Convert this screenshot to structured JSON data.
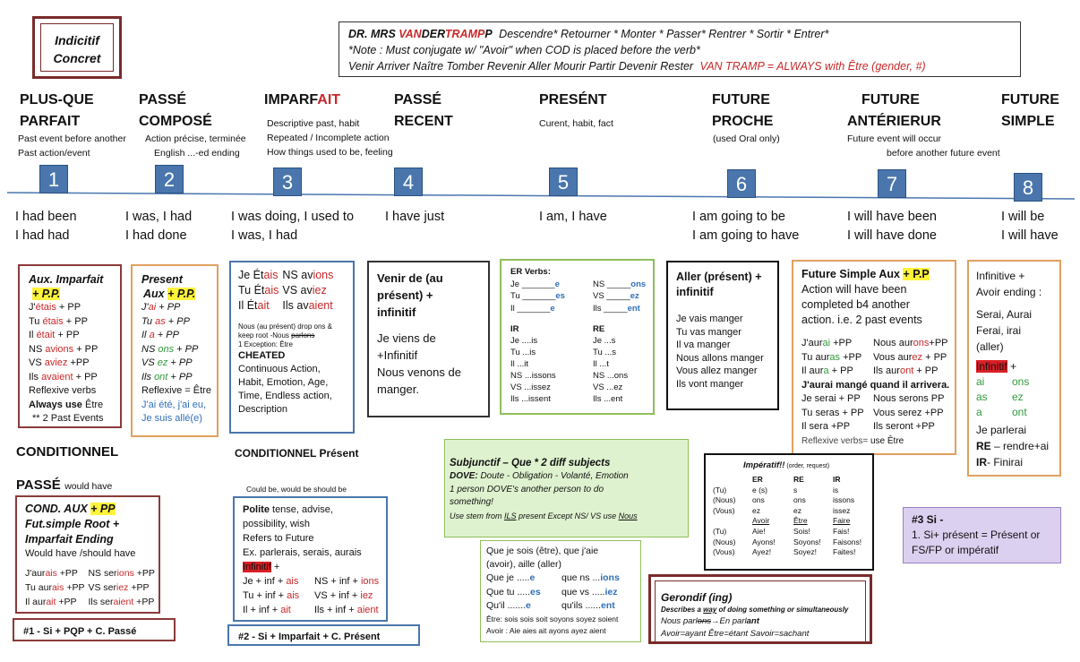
{
  "title_box": {
    "line1": "Indicitif",
    "line2": "Concret"
  },
  "note_box": {
    "l1_prefix": "DR. MRS ",
    "l1_van": "VAN",
    "l1_der": "DER",
    "l1_tramp": "TRAMP",
    "l1_p": "P",
    "l1_verbs": "Descendre* Retourner * Monter * Passer* Rentrer * Sortir * Entrer*",
    "l2": "*Note : Must conjugate w/ \"Avoir\" when COD is placed before the verb*",
    "l3_verbs": "Venir Arriver Naître Tomber Revenir Aller Mourir Partir Devenir Rester",
    "l3_red": "VAN TRAMP = ALWAYS with Être (gender, #)"
  },
  "tenses": [
    {
      "name1": "PLUS-QUE",
      "name2": "PARFAIT",
      "desc1": "Past event before another",
      "desc2": "Past action/event",
      "num": "1",
      "eng1": "I had been",
      "eng2": "I had had"
    },
    {
      "name1": "PASSÉ",
      "name2": "COMPOSÉ",
      "desc1": "Action précise, terminée",
      "desc2": "English ...-ed ending",
      "num": "2",
      "eng1": "I was, I had",
      "eng2": "I had done"
    },
    {
      "name1": "IMPARF",
      "name1_red": "AIT",
      "desc1": "Descriptive past, habit",
      "desc2": "Repeated / Incomplete action",
      "desc3": "How things used to be, feeling",
      "num": "3",
      "eng1": "I was doing, I used to",
      "eng2": "I was, I had"
    },
    {
      "name1": "PASSÉ",
      "name2": "RECENT",
      "num": "4",
      "eng1": "I have just"
    },
    {
      "name1": "PRESÉNT",
      "desc1": "Curent, habit, fact",
      "num": "5",
      "eng1": "I am, I have"
    },
    {
      "name1": "FUTURE",
      "name2": "PROCHE",
      "desc1": "(used Oral only)",
      "num": "6",
      "eng1": "I am going to be",
      "eng2": "I am going to have"
    },
    {
      "name1": "FUTURE",
      "name2": "ANTÉRIERUR",
      "desc1": "Future event will occur",
      "desc2": "before another future event",
      "num": "7",
      "eng1": "I will have been",
      "eng2": "I will have done"
    },
    {
      "name1": "FUTURE",
      "name2": "SIMPLE",
      "num": "8",
      "eng1": "I will be",
      "eng2": "I will have"
    }
  ],
  "box1": {
    "t1": "Aux. Imparfait",
    "t2": "+ P.P.",
    "lines": [
      "J'",
      "étais",
      " + PP",
      "Tu ",
      "étais",
      " + PP",
      "Il ",
      "était",
      " + PP",
      "NS ",
      "avions",
      " + PP",
      "VS ",
      "aviez",
      " +PP",
      "Ils ",
      "avaient",
      " + PP"
    ],
    "l7": "Reflexive verbs",
    "l8a": "Always use",
    "l8b": " Être",
    "l9": "** 2 Past Events"
  },
  "box2": {
    "t1": "Present",
    "t2a": "Aux ",
    "t2b": "+ P.P.",
    "r1a": "J'",
    "r1b": "ai",
    " r1c": " + PP",
    "l1": "+ PP",
    "l2": "+ PP",
    "l3": "+ PP",
    "l4": "+ PP",
    "l5": "+ PP",
    "l6": "+ PP",
    "p1": "J'",
    "a1": "ai",
    "p2": "Tu ",
    "a2": "as",
    "p3": "Il ",
    "a3": "a",
    "p4": "NS ",
    "a4": "ons",
    "p5": "VS ",
    "a5": "ez",
    "p6": "Ils ",
    "a6": "ont",
    "r7": "Reflexive = Être",
    "r8": "J'ai été, j'ai eu,",
    "r9": "Je suis allé(e)"
  },
  "box3": {
    "c1": [
      [
        "Je Ét",
        "ais"
      ],
      [
        "Tu Ét",
        "ais"
      ],
      [
        "Il Ét",
        "ait"
      ]
    ],
    "c2": [
      [
        "NS av",
        "ions"
      ],
      [
        "VS av",
        "iez"
      ],
      [
        "Ils av",
        "aient"
      ]
    ],
    "n1": "Nous (au présent) drop ons &",
    "n2": "keep root -Nous ",
    "n2s": "parlons",
    "n3": "1 Exception: Être",
    "cheated": "CHEATED",
    "d1": "Continuous Action,",
    "d2": "Habit, Emotion, Age,",
    "d3": "Time, Endless action,",
    "d4": "Description"
  },
  "box4": {
    "l1": "Venir de (au",
    "l2": "présent) +",
    "l3": "infinitif",
    "e1": "Je viens de",
    "e2": "+Infinitif",
    "e3": "Nous venons de",
    "e4": "manger."
  },
  "box5": {
    "title": "ER Verbs:",
    "er": [
      [
        "Je _______",
        "e",
        "NS _____",
        "ons"
      ],
      [
        "Tu _______",
        "es",
        "VS _____",
        "ez"
      ],
      [
        "Il _______",
        "e",
        "Ils _____",
        "ent"
      ]
    ],
    "ir": "IR",
    "re": "RE",
    "rows": [
      [
        "Je ....is",
        "Je ...s"
      ],
      [
        "Tu ...is",
        "Tu ...s"
      ],
      [
        "Il ...it",
        "Il ...t"
      ],
      [
        "NS ...issons",
        "NS ...ons"
      ],
      [
        "VS ...issez",
        "VS ...ez"
      ],
      [
        "Ils ...issent",
        "Ils ...ent"
      ]
    ]
  },
  "box6": {
    "l1": "Aller (présent) +",
    "l2": "infinitif",
    "lines": [
      "Je vais manger",
      "Tu vas manger",
      "Il va manger",
      "Nous allons manger",
      "Vous allez manger",
      "Ils vont manger"
    ]
  },
  "box7": {
    "t1": "Future Simple Aux ",
    "t1b": "+ P.P",
    "t2": "Action will have been",
    "t3": "completed b4 another",
    "t4": "action. i.e. 2 past events",
    "rows": [
      [
        "J'aur",
        "ai",
        " +PP",
        "Nous aur",
        "ons",
        "+PP"
      ],
      [
        "Tu aur",
        "as",
        " +PP",
        "Vous aur",
        "ez",
        " + PP"
      ],
      [
        "Il aur",
        "a",
        "  + PP",
        "Ils aur",
        "ont",
        " + PP"
      ]
    ],
    "bold": "J'aurai mangé quand il arrivera.",
    "rows2": [
      [
        "Je serai + PP",
        "Nous serons PP"
      ],
      [
        "Tu seras + PP",
        "Vous serez +PP"
      ],
      [
        "Il sera +PP",
        "Ils seront +PP"
      ]
    ],
    "refl": "Reflexive verbs= ",
    "refl2": "use Être"
  },
  "box8": {
    "l1": "Infinitive +",
    "l2": "Avoir ending :",
    "l3": "Serai, Aurai",
    "l4": "Ferai, irai",
    "l5": "(aller)",
    "inf": "Infinitif",
    "plus": " +",
    "g": [
      [
        "ai",
        "ons"
      ],
      [
        "as",
        "ez"
      ],
      [
        "a",
        "ont"
      ]
    ],
    "p1": "Je parlerai",
    "p2a": "RE",
    "p2b": " – rendre",
    "p2c": "+ai",
    "p3a": "IR",
    "p3b": "- Finirai"
  },
  "conditionnel": "CONDITIONNEL",
  "passe": "PASSÉ",
  "would_have": "would have",
  "box9": {
    "t1a": "COND. AUX ",
    "t1b": "+ PP",
    "t2": "Fut.simple Root +",
    "t3": "Imparfait Ending",
    "t4": "Would have /should have",
    "rows": [
      [
        "J'aur",
        "ais",
        " +PP",
        "NS ser",
        "ions",
        " +PP"
      ],
      [
        "Tu aur",
        "ais",
        " +PP",
        "VS ser",
        "iez",
        " +PP"
      ],
      [
        "Il aur",
        "ait",
        " +PP",
        "Ils ser",
        "aient",
        " +PP"
      ]
    ]
  },
  "cond_present": "CONDITIONNEL Présent",
  "could_be": "Could be, would be should be",
  "box10": {
    "l1a": "Polite",
    "l1b": " tense, advise,",
    "l2": "possibility, wish",
    "l3": "Refers to Future",
    "l4": "Ex. parlerais, serais, aurais",
    "inf": "Infinitif",
    "plus": " +",
    "rows": [
      [
        "Je + inf + ",
        "ais",
        "NS + inf + ",
        "ions"
      ],
      [
        "Tu + inf + ",
        "ais",
        "VS + inf + ",
        "iez"
      ],
      [
        "Il + inf + ",
        "ait",
        "Ils + inf + ",
        "aient"
      ]
    ]
  },
  "box11": {
    "t": "Subjunctif – Que  * 2 diff subjects",
    "dove": "DOVE:",
    "dove2": " Doute - Obligation - Volanté, Emotion",
    "l3": "1 person DOVE's another person to do",
    "l4": "something!",
    "l5a": "Use stem from ",
    "l5b": "ILS",
    "l5c": " present Except NS/ VS use ",
    "l5d": "Nous"
  },
  "box12": {
    "l1": "Que je sois (être), que j'aie",
    "l2": "(avoir), aille (aller)",
    "rows": [
      [
        "Que je .....",
        "e",
        "que ns ...",
        "ions"
      ],
      [
        "Que tu .....",
        "es",
        "que vs .....",
        "iez"
      ],
      [
        "Qu'il .......",
        "e",
        "qu'ils ......",
        "ent"
      ]
    ],
    "l6": "Être: sois sois soit soyons soyez soient",
    "l7": "Avoir : Aie aies ait ayons ayez aient"
  },
  "box13": {
    "t": "Impératif!!",
    "t2": " (order, request)",
    "head": [
      "ER",
      "RE",
      "IR"
    ],
    "rows": [
      [
        "(Tu)",
        "e (s)",
        "s",
        "is"
      ],
      [
        "(Nous)",
        "ons",
        "ons",
        "issons"
      ],
      [
        "(Vous)",
        "ez",
        "ez",
        "issez"
      ],
      [
        "",
        "Avoir",
        "Être",
        "Faire"
      ],
      [
        "(Tu)",
        "Aie!",
        "Sois!",
        "Fais!"
      ],
      [
        "(Nous)",
        "Ayons!",
        "Soyons!",
        "Faisons!"
      ],
      [
        "(Vous)",
        "Ayez!",
        "Soyez!",
        "Faites!"
      ]
    ]
  },
  "box14": {
    "t": "Gerondif  (ing)",
    "l2a": "Describes a ",
    "l2b": "way",
    "l2c": " of doing something or simultaneously",
    "l3a": "Nous parl",
    "l3b": "ons",
    "l3c": "→En parl",
    "l3d": "ant",
    "l4": "Avoir=ayant    Être=étant    Savoir=sachant"
  },
  "box15": {
    "t": "#3 Si -",
    "l1": "1. Si+ présent = Présent or",
    "l2": "FS/FP or impératif"
  },
  "box16": {
    "t": "#1 - Si + PQP + C. Passé"
  },
  "box17": {
    "t": "#2 - Si + Imparfait + C. Présent"
  }
}
